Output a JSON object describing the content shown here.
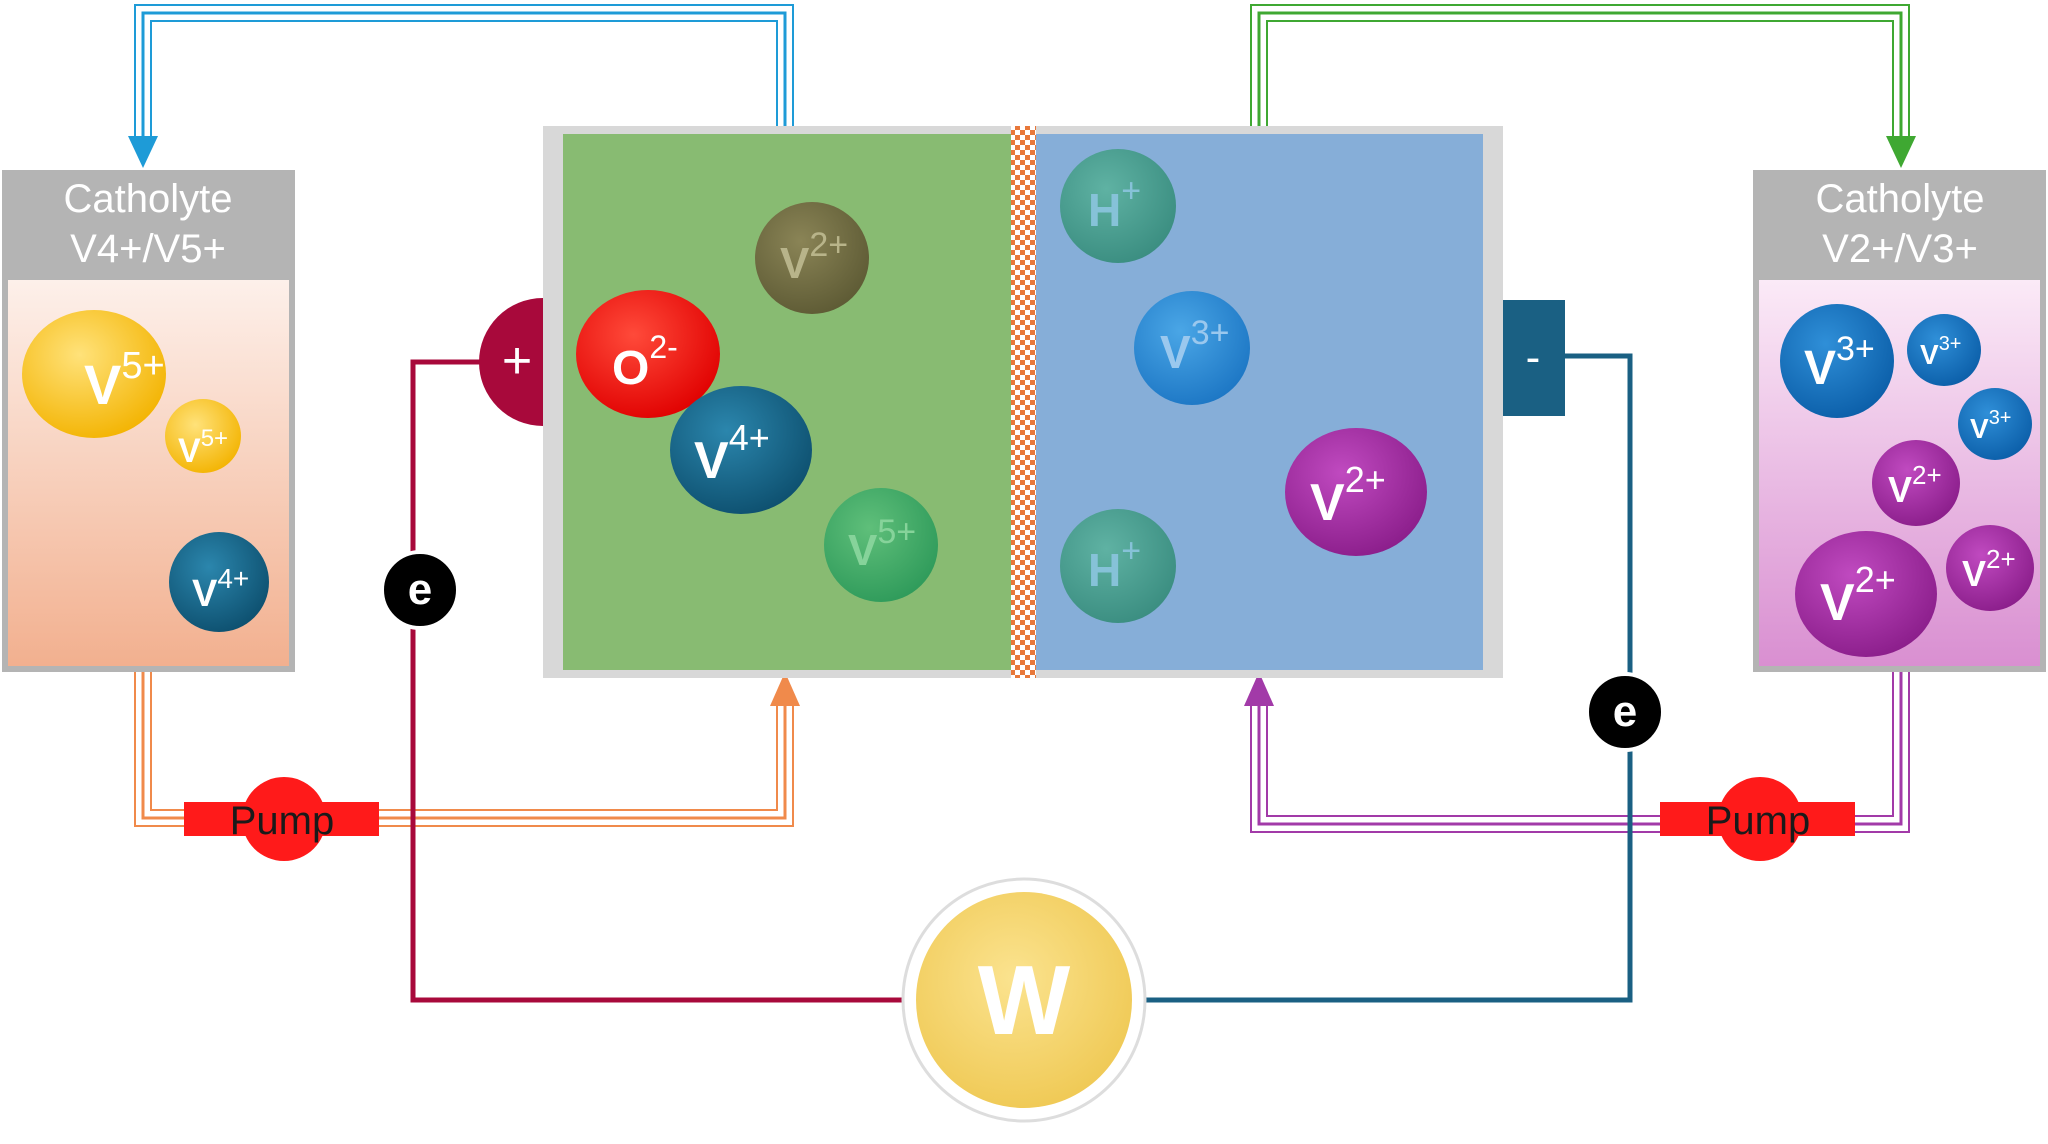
{
  "tanks": {
    "left": {
      "title_line1": "Catholyte",
      "title_line2": "V4+/V5+"
    },
    "right": {
      "title_line1": "Catholyte",
      "title_line2": "V2+/V3+"
    }
  },
  "pumps": {
    "left_label": "Pump",
    "right_label": "Pump"
  },
  "electrodes": {
    "positive": "+",
    "negative": "-"
  },
  "electron_label": "e",
  "load_label": "W",
  "ions": {
    "left_tank": [
      {
        "base": "V",
        "charge": "5+"
      },
      {
        "base": "V",
        "charge": "5+"
      },
      {
        "base": "V",
        "charge": "4+"
      }
    ],
    "positive_half_cell": [
      {
        "base": "V",
        "charge": "2+"
      },
      {
        "base": "O",
        "charge": "2-"
      },
      {
        "base": "V",
        "charge": "4+"
      },
      {
        "base": "V",
        "charge": "5+"
      }
    ],
    "negative_half_cell": [
      {
        "base": "H",
        "charge": "+"
      },
      {
        "base": "V",
        "charge": "3+"
      },
      {
        "base": "V",
        "charge": "2+"
      },
      {
        "base": "H",
        "charge": "+"
      }
    ],
    "right_tank": [
      {
        "base": "V",
        "charge": "3+"
      },
      {
        "base": "V",
        "charge": "3+"
      },
      {
        "base": "V",
        "charge": "3+"
      },
      {
        "base": "V",
        "charge": "2+"
      },
      {
        "base": "V",
        "charge": "2+"
      },
      {
        "base": "V",
        "charge": "2+"
      }
    ]
  },
  "colors": {
    "positive_electrolyte": "#88bb72",
    "negative_electrolyte": "#86aed8",
    "membrane": "#e8783a",
    "positive_wire": "#a8093b",
    "negative_wire": "#1a6083",
    "left_loop_top": "#1e9bd7",
    "right_loop_top": "#3fa832",
    "left_loop_bottom": "#f08a4b",
    "right_loop_bottom": "#a23aa8",
    "pump": "#ff1a1a",
    "load": "#f5d76e"
  }
}
